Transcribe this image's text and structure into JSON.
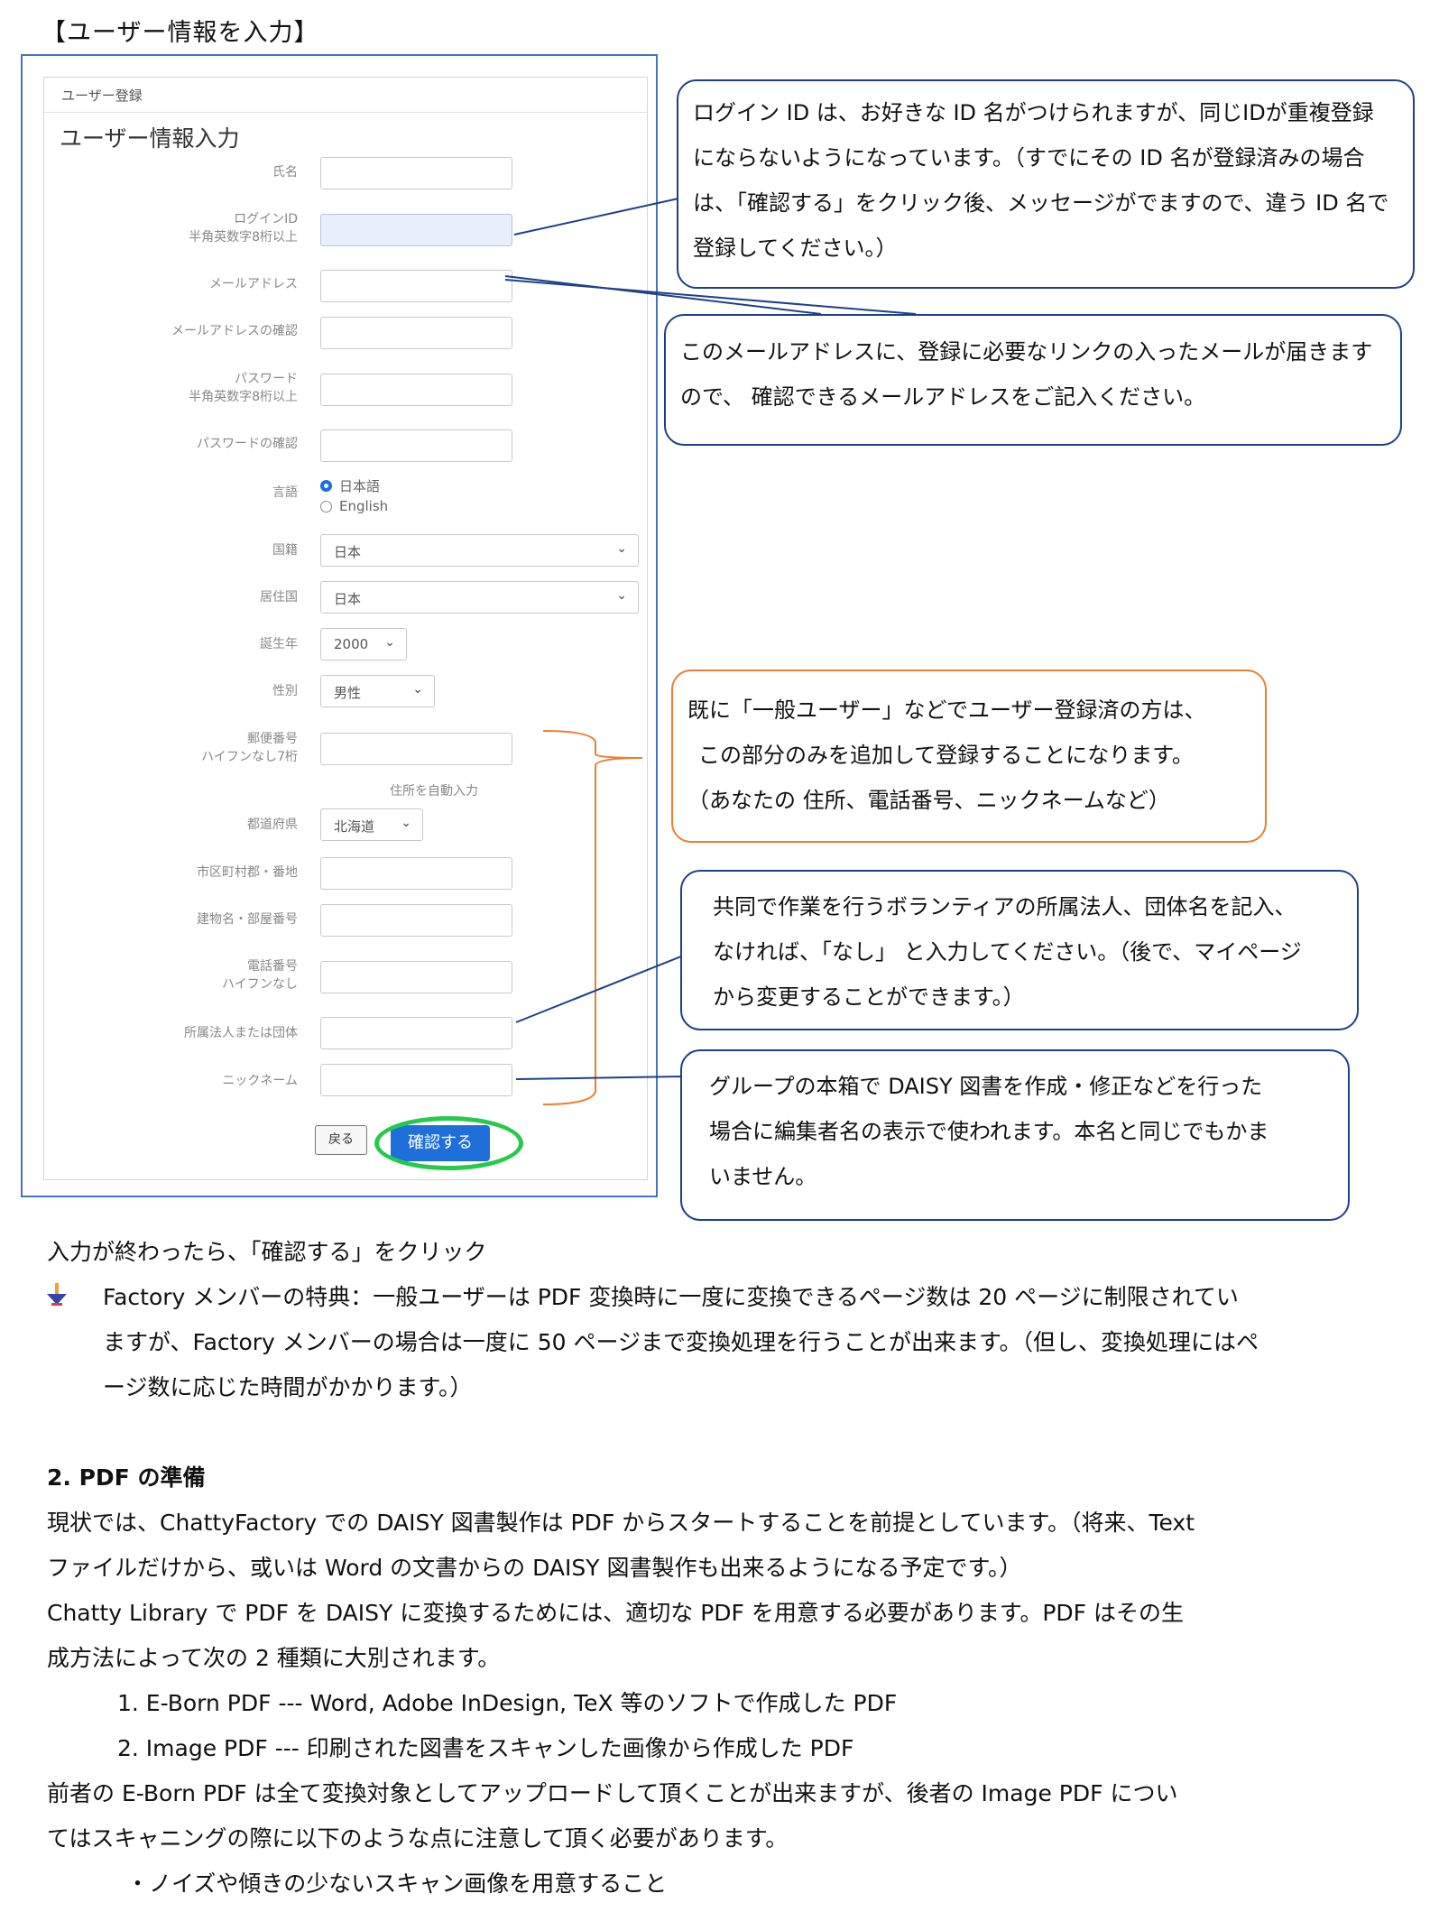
{
  "heading": "【ユーザー情報を入力】",
  "form": {
    "panel_title": "ユーザー登録",
    "title": "ユーザー情報入力",
    "labels": {
      "name": "氏名",
      "login_id": "ログインID",
      "login_id_hint": "半角英数字8桁以上",
      "email": "メールアドレス",
      "email_confirm": "メールアドレスの確認",
      "password": "パスワード",
      "password_hint": "半角英数字8桁以上",
      "password_confirm": "パスワードの確認",
      "language": "言語",
      "country": "国籍",
      "residence": "居住国",
      "birth_year": "誕生年",
      "gender": "性別",
      "postal": "郵便番号",
      "postal_hint": "ハイフンなし7桁",
      "prefecture": "都道府県",
      "city": "市区町村郡・番地",
      "building": "建物名・部屋番号",
      "phone": "電話番号",
      "phone_hint": "ハイフンなし",
      "org": "所属法人または団体",
      "nickname": "ニックネーム"
    },
    "language_options": [
      "日本語",
      "English"
    ],
    "country_value": "日本",
    "residence_value": "日本",
    "birth_year_value": "2000",
    "gender_value": "男性",
    "autofill_label": "住所を自動入力",
    "prefecture_value": "北海道",
    "back_label": "戻る",
    "confirm_label": "確認する",
    "colors": {
      "accent": "#1f6fdb",
      "highlight_ring": "#26c94c"
    }
  },
  "callouts": {
    "login_id": [
      "ログイン ID は、お好きな ID 名がつけられますが、同じIDが重複登録",
      "にならないようになっています。（すでにその ID 名が登録済みの場合",
      "は、「確認する」をクリック後、メッセージがでますので、違う ID 名で",
      "登録してください。）"
    ],
    "email": [
      "このメールアドレスに、登録に必要なリンクの入ったメールが届きます",
      "ので、 確認できるメールアドレスをご記入ください。"
    ],
    "general_user": [
      "既に「一般ユーザー」などでユーザー登録済の方は、",
      "この部分のみを追加して登録することになります。",
      "（あなたの 住所、電話番号、ニックネームなど）"
    ],
    "org": [
      "共同で作業を行うボランティアの所属法人、団体名を記入、",
      "なければ、「なし」 と入力してください。（後で、マイページ",
      "から変更することができます。）"
    ],
    "nickname": [
      "グループの本箱で DAISY 図書を作成・修正などを行った",
      "場合に編集者名の表示で使われます。本名と同じでもかま",
      "いません。"
    ]
  },
  "body": {
    "after_input": "入力が終わったら、「確認する」をクリック",
    "factory_lines": [
      "Factory メンバーの特典：一般ユーザーは PDF 変換時に一度に変換できるページ数は 20 ページに制限されてい",
      "ますが、Factory メンバーの場合は一度に 50 ページまで変換処理を行うことが出来ます。（但し、変換処理にはペ",
      "ージ数に応じた時間がかかります。）"
    ],
    "section_title": "2. PDF の準備",
    "para1": [
      " 現状では、ChattyFactory での DAISY 図書製作は PDF からスタートすることを前提としています。（将来、Text",
      "ファイルだけから、或いは Word の文書からの DAISY 図書製作も出来るようになる予定です。）"
    ],
    "para2": [
      " Chatty Library で PDF を DAISY に変換するためには、適切な PDF を用意する必要があります。PDF はその生",
      "成方法によって次の 2 種類に大別されます。"
    ],
    "list": [
      "1. E-Born PDF --- Word, Adobe InDesign, TeX 等のソフトで作成した PDF",
      "2. Image PDF --- 印刷された図書をスキャンした画像から作成した PDF"
    ],
    "para3": [
      "  前者の E-Born PDF は全て変換対象としてアップロードして頂くことが出来ますが、後者の Image PDF につい",
      "てはスキャニングの際に以下のような点に注意して頂く必要があります。"
    ],
    "note": "・ノイズや傾きの少ないスキャン画像を用意すること"
  }
}
